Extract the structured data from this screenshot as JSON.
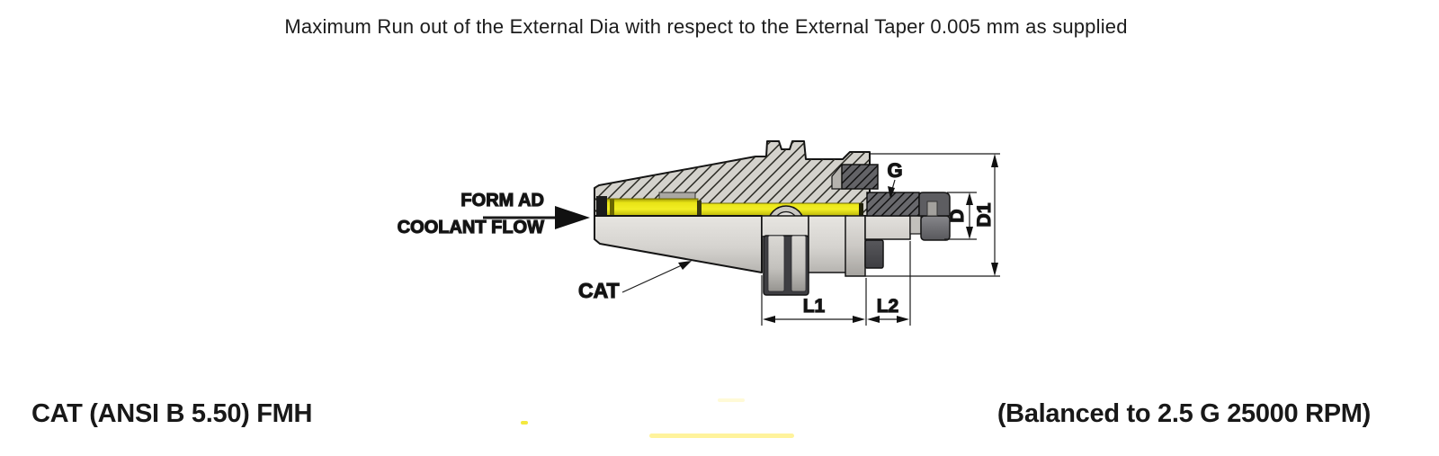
{
  "note_top": "Maximum Run out of the External Dia with respect to the External Taper 0.005 mm as supplied",
  "footer": {
    "left_title": "CAT (ANSI B 5.50) FMH",
    "right_title": "(Balanced to 2.5 G 25000 RPM)"
  },
  "diagram": {
    "labels": {
      "flow_line1": "FORM AD",
      "flow_line2": "COOLANT FLOW",
      "taper": "CAT",
      "thread": "G",
      "length1": "L1",
      "length2": "L2",
      "diameter": "D",
      "diameter1": "D1"
    },
    "colors": {
      "coolant_yellow": "#ece71a",
      "steel_light": "#d4d2cc",
      "steel_dark": "#636367",
      "outline": "#141414",
      "background": "#ffffff"
    }
  }
}
